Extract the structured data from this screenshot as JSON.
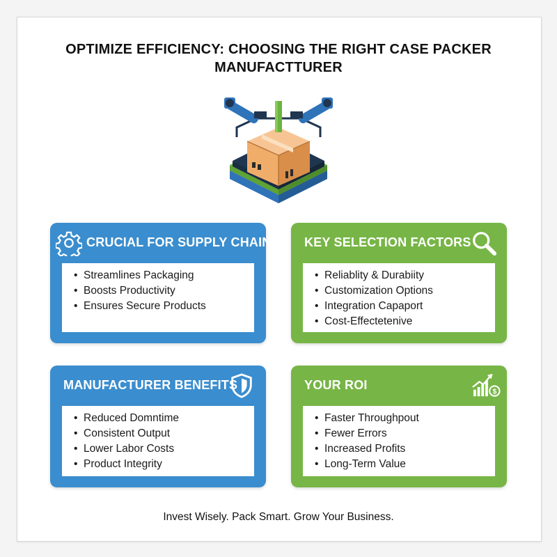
{
  "title_line1": "OPTIMIZE EFFICIENCY: CHOOSING THE RIGHT CASE PACKER",
  "title_line2": "MANUFACTTURER",
  "hero_icon": "robotic-case-packer-icon",
  "cards": [
    {
      "title": "CRUCIAL FOR SUPPLY CHAIN",
      "icon": "gear-icon",
      "color": "#3a8dce",
      "items": [
        "Streamlines Packaging",
        "Boosts Productivity",
        "Ensures Secure Products"
      ]
    },
    {
      "title": "KEY SELECTION FACTORS",
      "icon": "magnifier-icon",
      "color": "#77b546",
      "items": [
        "Reliablity & Durabiity",
        "Customization Options",
        "Integration Capaport",
        "Cost-Effectetenive"
      ]
    },
    {
      "title": "MANUFACTURER BENEFITS",
      "icon": "shield-icon",
      "color": "#3a8dce",
      "items": [
        "Reduced Domntime",
        "Consistent Output",
        "Lower Labor Costs",
        "Product Integrity"
      ]
    },
    {
      "title": "YOUR ROI",
      "icon": "growth-chart-dollar-icon",
      "color": "#77b546",
      "items": [
        "Faster Throughpout",
        "Fewer Errors",
        "Increased Profits",
        "Long-Term Value"
      ]
    }
  ],
  "tagline": "Invest Wisely. Pack Smart. Grow Your Business."
}
